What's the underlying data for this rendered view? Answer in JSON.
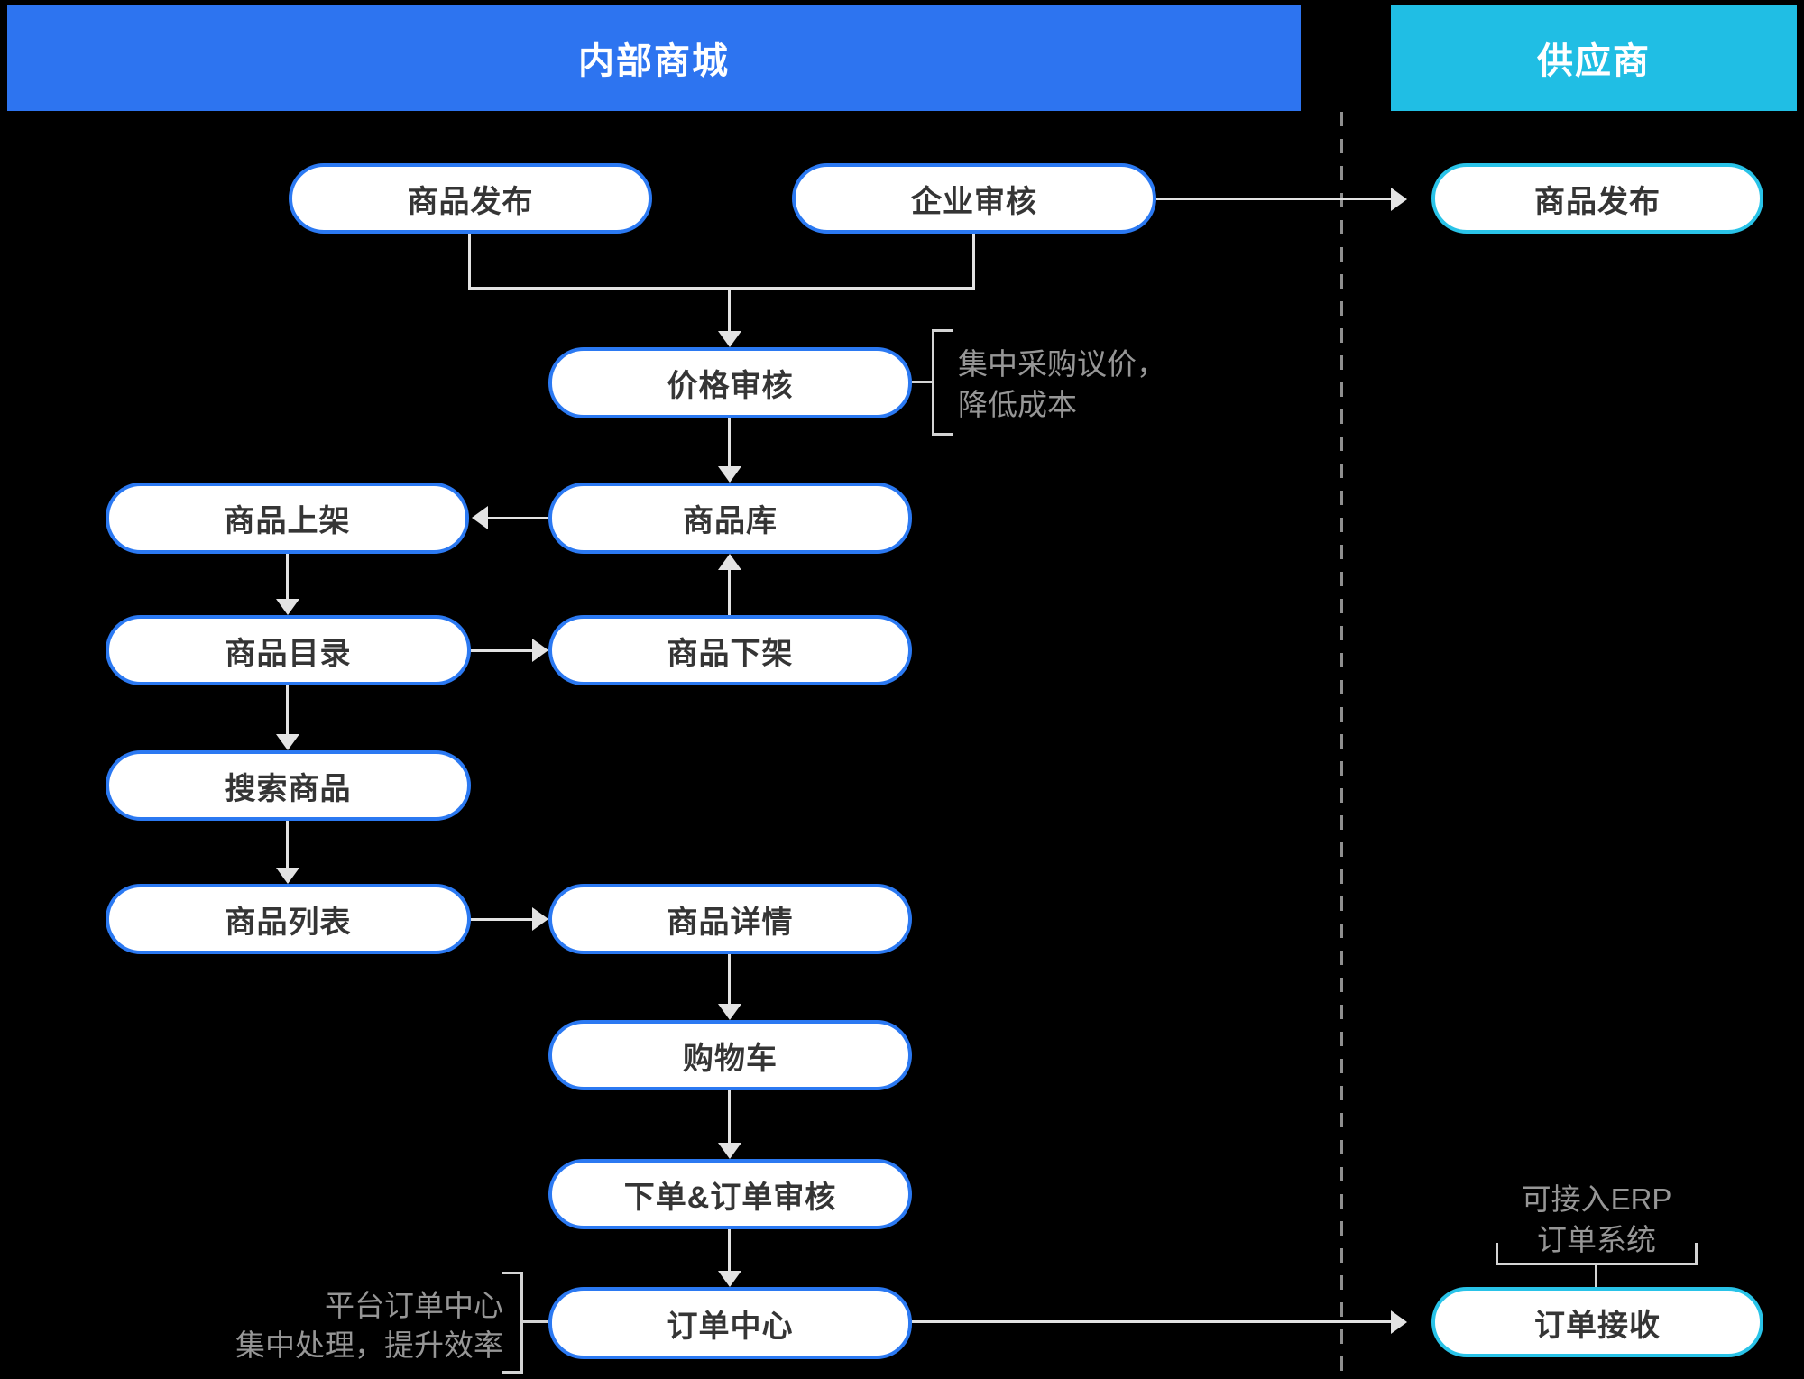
{
  "headers": {
    "internal": "内部商城",
    "supplier": "供应商"
  },
  "nodes": {
    "product_publish_internal": "商品发布",
    "enterprise_review": "企业审核",
    "product_publish_supplier": "商品发布",
    "price_review": "价格审核",
    "product_library": "商品库",
    "product_listing": "商品上架",
    "product_catalog": "商品目录",
    "product_delisting": "商品下架",
    "search_products": "搜索商品",
    "product_list": "商品列表",
    "product_detail": "商品详情",
    "shopping_cart": "购物车",
    "order_and_review": "下单&订单审核",
    "order_center": "订单中心",
    "order_receive": "订单接收"
  },
  "annotations": {
    "price_note_line1": "集中采购议价，",
    "price_note_line2": "降低成本",
    "order_center_note_line1": "平台订单中心",
    "order_center_note_line2": "集中处理，提升效率",
    "erp_note_line1": "可接入ERP",
    "erp_note_line2": "订单系统"
  },
  "colors": {
    "background": "#000000",
    "internal_header": "#2D74F0",
    "supplier_header": "#20BEE4",
    "node_border_internal": "#2B79F2",
    "node_border_supplier": "#29C3E8",
    "node_fill": "#FFFFFF",
    "node_text": "#353535",
    "header_text": "#FFFFFF",
    "connector": "#E3E3E3",
    "bracket": "#D4D4D4",
    "annotation_text": "#969696",
    "divider": "#8F8F8F"
  }
}
